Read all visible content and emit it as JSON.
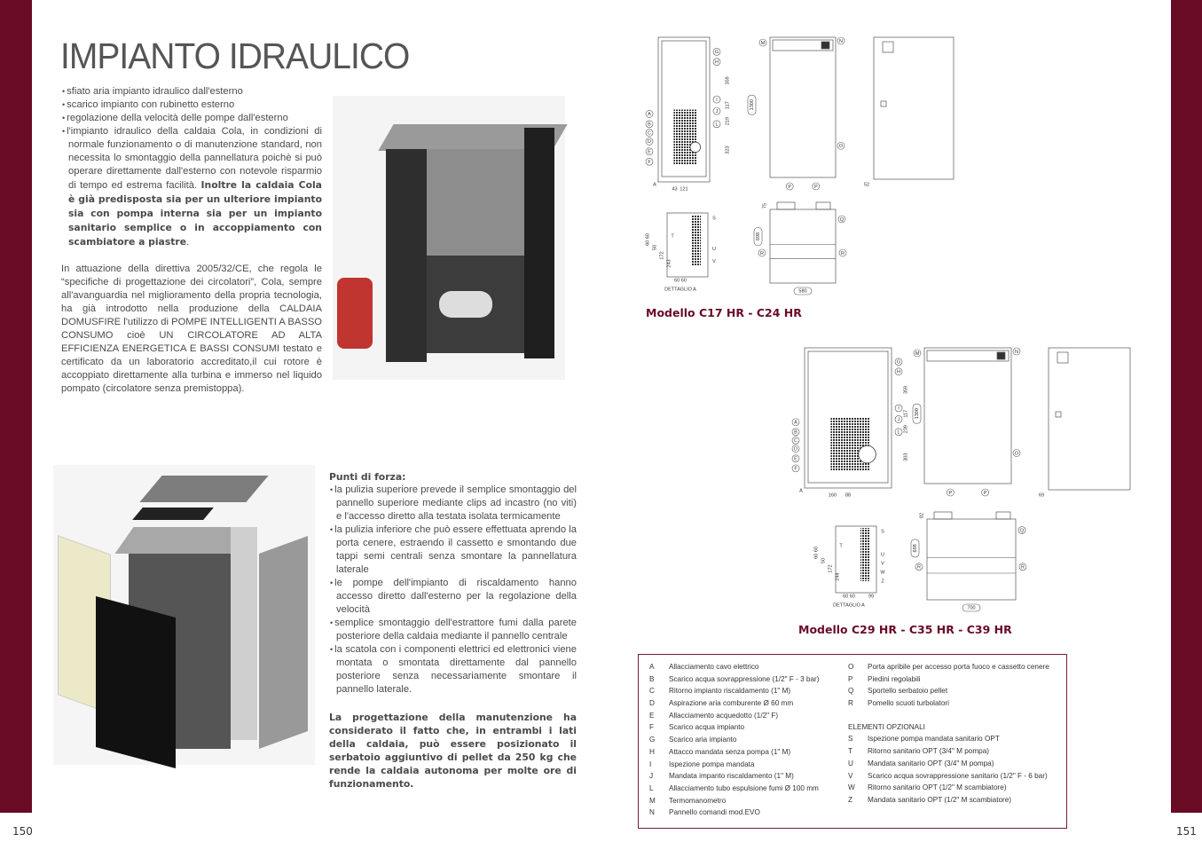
{
  "page_left": {
    "number": "150",
    "title": "IMPIANTO IDRAULICO",
    "bullets": [
      "sfiato aria impianto idraulico dall'esterno",
      "scarico impianto con rubinetto esterno",
      "regolazione della velocità delle pompe dall'esterno"
    ],
    "bullet4_normal": "l'impianto idraulico della caldaia Cola, in condizioni di normale funzionamento o di manutenzione standard, non necessita lo smontaggio della pannellatura poichè si può operare direttamente dall'esterno con notevole risparmio di tempo ed estrema facilità. ",
    "bullet4_bold": "Inoltre la caldaia Cola è già predisposta sia per un ulteriore impianto sia con pompa interna sia per un impianto sanitario semplice o in accoppiamento con scambiatore a piastre",
    "bullet4_end": ".",
    "paragraph": "In attuazione della direttiva 2005/32/CE, che regola le “specifiche di progettazione dei circolatori”, Cola, sempre all'avanguardia nel miglioramento della propria tecnologia, ha già introdotto nella produzione della CALDAIA DOMUSFIRE l'utilizzo di POMPE INTELLIGENTI A BASSO CONSUMO cioè UN CIRCOLATORE AD ALTA EFFICIENZA ENERGETICA E BASSI CONSUMI testato e certificato da un laboratorio accreditato,il cui rotore è accoppiato direttamente alla turbina e immerso nel liquido pompato (circolatore senza premistoppa).",
    "strengths_title": "Punti di forza:",
    "strengths": [
      "la pulizia superiore prevede il semplice smontaggio del pannello superiore mediante clips ad incastro (no viti) e l'accesso diretto alla testata isolata termicamente",
      "la pulizia inferiore che può essere effettuata aprendo la porta cenere, estraendo il cassetto e smontando due tappi semi centrali senza smontare la pannellatura laterale",
      "le pompe dell'impianto di riscaldamento hanno accesso diretto dall'esterno per la regolazione della velocità",
      "semplice smontaggio dell'estrattore fumi dalla parete posteriore della caldaia mediante il pannello centrale",
      "la scatola con i componenti elettrici ed elettronici viene montata o smontata direttamente dal pannello posteriore senza necessariamente smontare il pannello laterale."
    ],
    "closing_bold": "La progettazione della manutenzione ha considerato il fatto che, in entrambi i lati della caldaia, può essere posizionato il serbatoio aggiuntivo di pellet da 250 kg che rende la caldaia autonoma per molte ore di funzionamento."
  },
  "page_right": {
    "number": "151",
    "models": [
      {
        "label": "Modello C17 HR - C24 HR",
        "back": [
          "A",
          "B",
          "C",
          "D",
          "E",
          "F",
          "G",
          "H",
          "I",
          "J",
          "L",
          "A"
        ],
        "back_dims": [
          "359",
          "117",
          "219",
          "323",
          "43",
          "121"
        ],
        "front": [
          "M",
          "N",
          "O",
          "P",
          "P"
        ],
        "front_dims": [
          "1300"
        ],
        "side_dims": [
          "52"
        ],
        "detail": [
          "S",
          "T",
          "U",
          "V"
        ],
        "detail_dims": [
          "60 60",
          "50",
          "172",
          "243",
          "60 60"
        ],
        "detail_label": "DETTAGLIO A",
        "top": [
          "Q",
          "R",
          "R"
        ],
        "top_dims": [
          "75",
          "698",
          "580"
        ]
      },
      {
        "label": "Modello C29 HR - C35 HR - C39 HR",
        "back": [
          "A",
          "B",
          "C",
          "D",
          "E",
          "F",
          "G",
          "H",
          "I",
          "J",
          "L",
          "A"
        ],
        "back_dims": [
          "359",
          "117",
          "239",
          "303",
          "160",
          "88"
        ],
        "front": [
          "M",
          "N",
          "O",
          "P",
          "P"
        ],
        "front_dims": [
          "1300"
        ],
        "side_dims": [
          "69"
        ],
        "detail": [
          "S",
          "T",
          "U",
          "V",
          "W",
          "Z"
        ],
        "detail_dims": [
          "60 60",
          "50",
          "172",
          "244",
          "60 60",
          "99"
        ],
        "detail_label": "DETTAGLIO A",
        "top": [
          "Q",
          "R",
          "R"
        ],
        "top_dims": [
          "82",
          "698",
          "700"
        ]
      }
    ],
    "legend": {
      "left": [
        [
          "A",
          "Allacciamento cavo elettrico"
        ],
        [
          "B",
          "Scarico acqua sovrappressione (1/2\" F - 3 bar)"
        ],
        [
          "C",
          "Ritorno impianto riscaldamento (1\" M)"
        ],
        [
          "D",
          "Aspirazione aria comburente Ø 60 mm"
        ],
        [
          "E",
          "Allacciamento acquedotto (1/2\" F)"
        ],
        [
          "F",
          "Scarico acqua impianto"
        ],
        [
          "G",
          "Scarico aria impianto"
        ],
        [
          "H",
          "Attacco mandata senza pompa (1\" M)"
        ],
        [
          "I",
          "Ispezione pompa mandata"
        ],
        [
          "J",
          "Mandata impanto riscaldamento (1\" M)"
        ],
        [
          "L",
          "Allacciamento tubo espulsione fumi Ø 100 mm"
        ],
        [
          "M",
          "Termomanometro"
        ],
        [
          "N",
          "Pannello comandi mod.EVO"
        ]
      ],
      "right": [
        [
          "O",
          "Porta apribile per accesso porta fuoco e cassetto cenere"
        ],
        [
          "P",
          "Piedini regolabili"
        ],
        [
          "Q",
          "Sportello serbatoio pellet"
        ],
        [
          "R",
          "Pomello scuoti turbolatori"
        ]
      ],
      "optional_title": "ELEMENTI OPZIONALI",
      "optional": [
        [
          "S",
          "Ispezione pompa mandata sanitario OPT"
        ],
        [
          "T",
          "Ritorno sanitario OPT (3/4\" M pompa)"
        ],
        [
          "U",
          "Mandata sanitario OPT (3/4\" M pompa)"
        ],
        [
          "V",
          "Scarico acqua sovrappressione sanitario (1/2\" F - 6 bar)"
        ],
        [
          "W",
          "Ritorno sanitario OPT (1/2\" M scambiatore)"
        ],
        [
          "Z",
          "Mandata sanitario OPT (1/2\" M scambiatore)"
        ]
      ]
    }
  },
  "colors": {
    "brand": "#6a0b26"
  }
}
